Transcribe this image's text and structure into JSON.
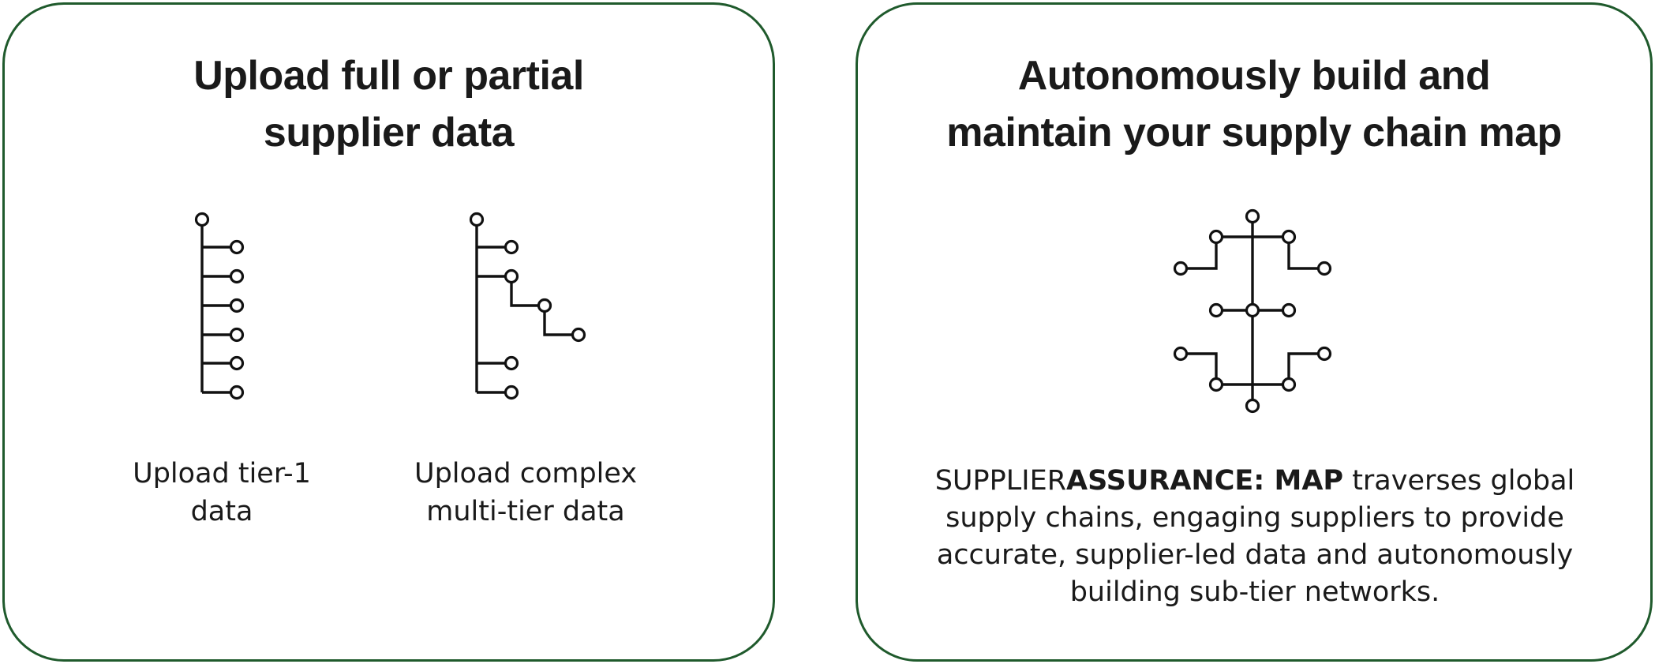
{
  "left_panel": {
    "title_line1": "Upload full or partial",
    "title_line2": "supplier data",
    "options": [
      {
        "icon": "single-tier-tree-icon",
        "caption_line1": "Upload tier-1",
        "caption_line2": "data"
      },
      {
        "icon": "multi-tier-tree-icon",
        "caption_line1": "Upload complex",
        "caption_line2": "multi-tier data"
      }
    ]
  },
  "right_panel": {
    "title_line1": "Autonomously build and",
    "title_line2": "maintain your supply chain map",
    "icon": "network-map-icon",
    "description": {
      "brand_prefix": "SUPPLIER",
      "brand_bold": "ASSURANCE: MAP",
      "text": " traverses global supply chains, engaging suppliers to provide accurate, supplier-led data and autonomously building sub-tier networks."
    }
  },
  "colors": {
    "border": "#1f5a2c",
    "text": "#1a1a1a",
    "background": "#ffffff"
  }
}
